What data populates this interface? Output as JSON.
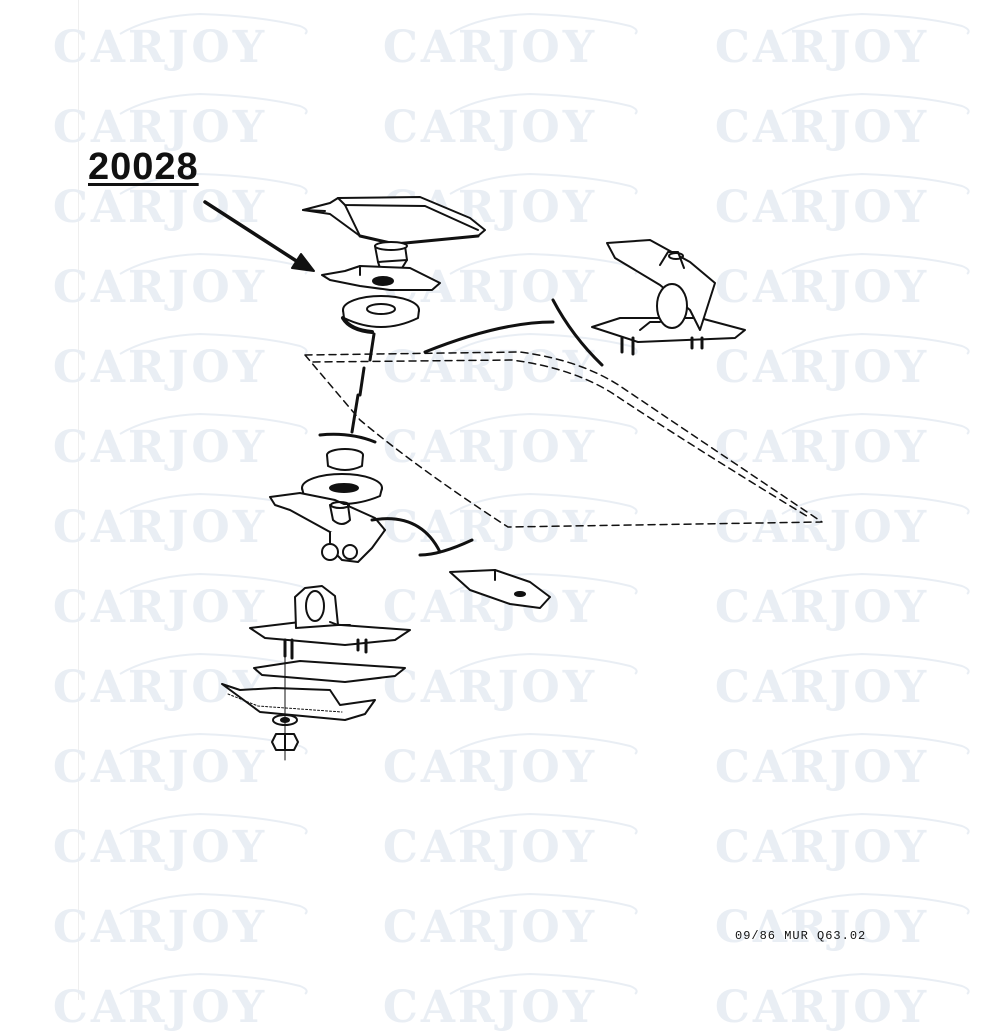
{
  "diagram": {
    "part_number": "20028",
    "document_reference": "09/86 MUR Q63.02"
  },
  "watermark": {
    "text": "CARJOY",
    "color": "#e9eef4"
  },
  "colors": {
    "ink": "#111111",
    "background": "#ffffff"
  }
}
